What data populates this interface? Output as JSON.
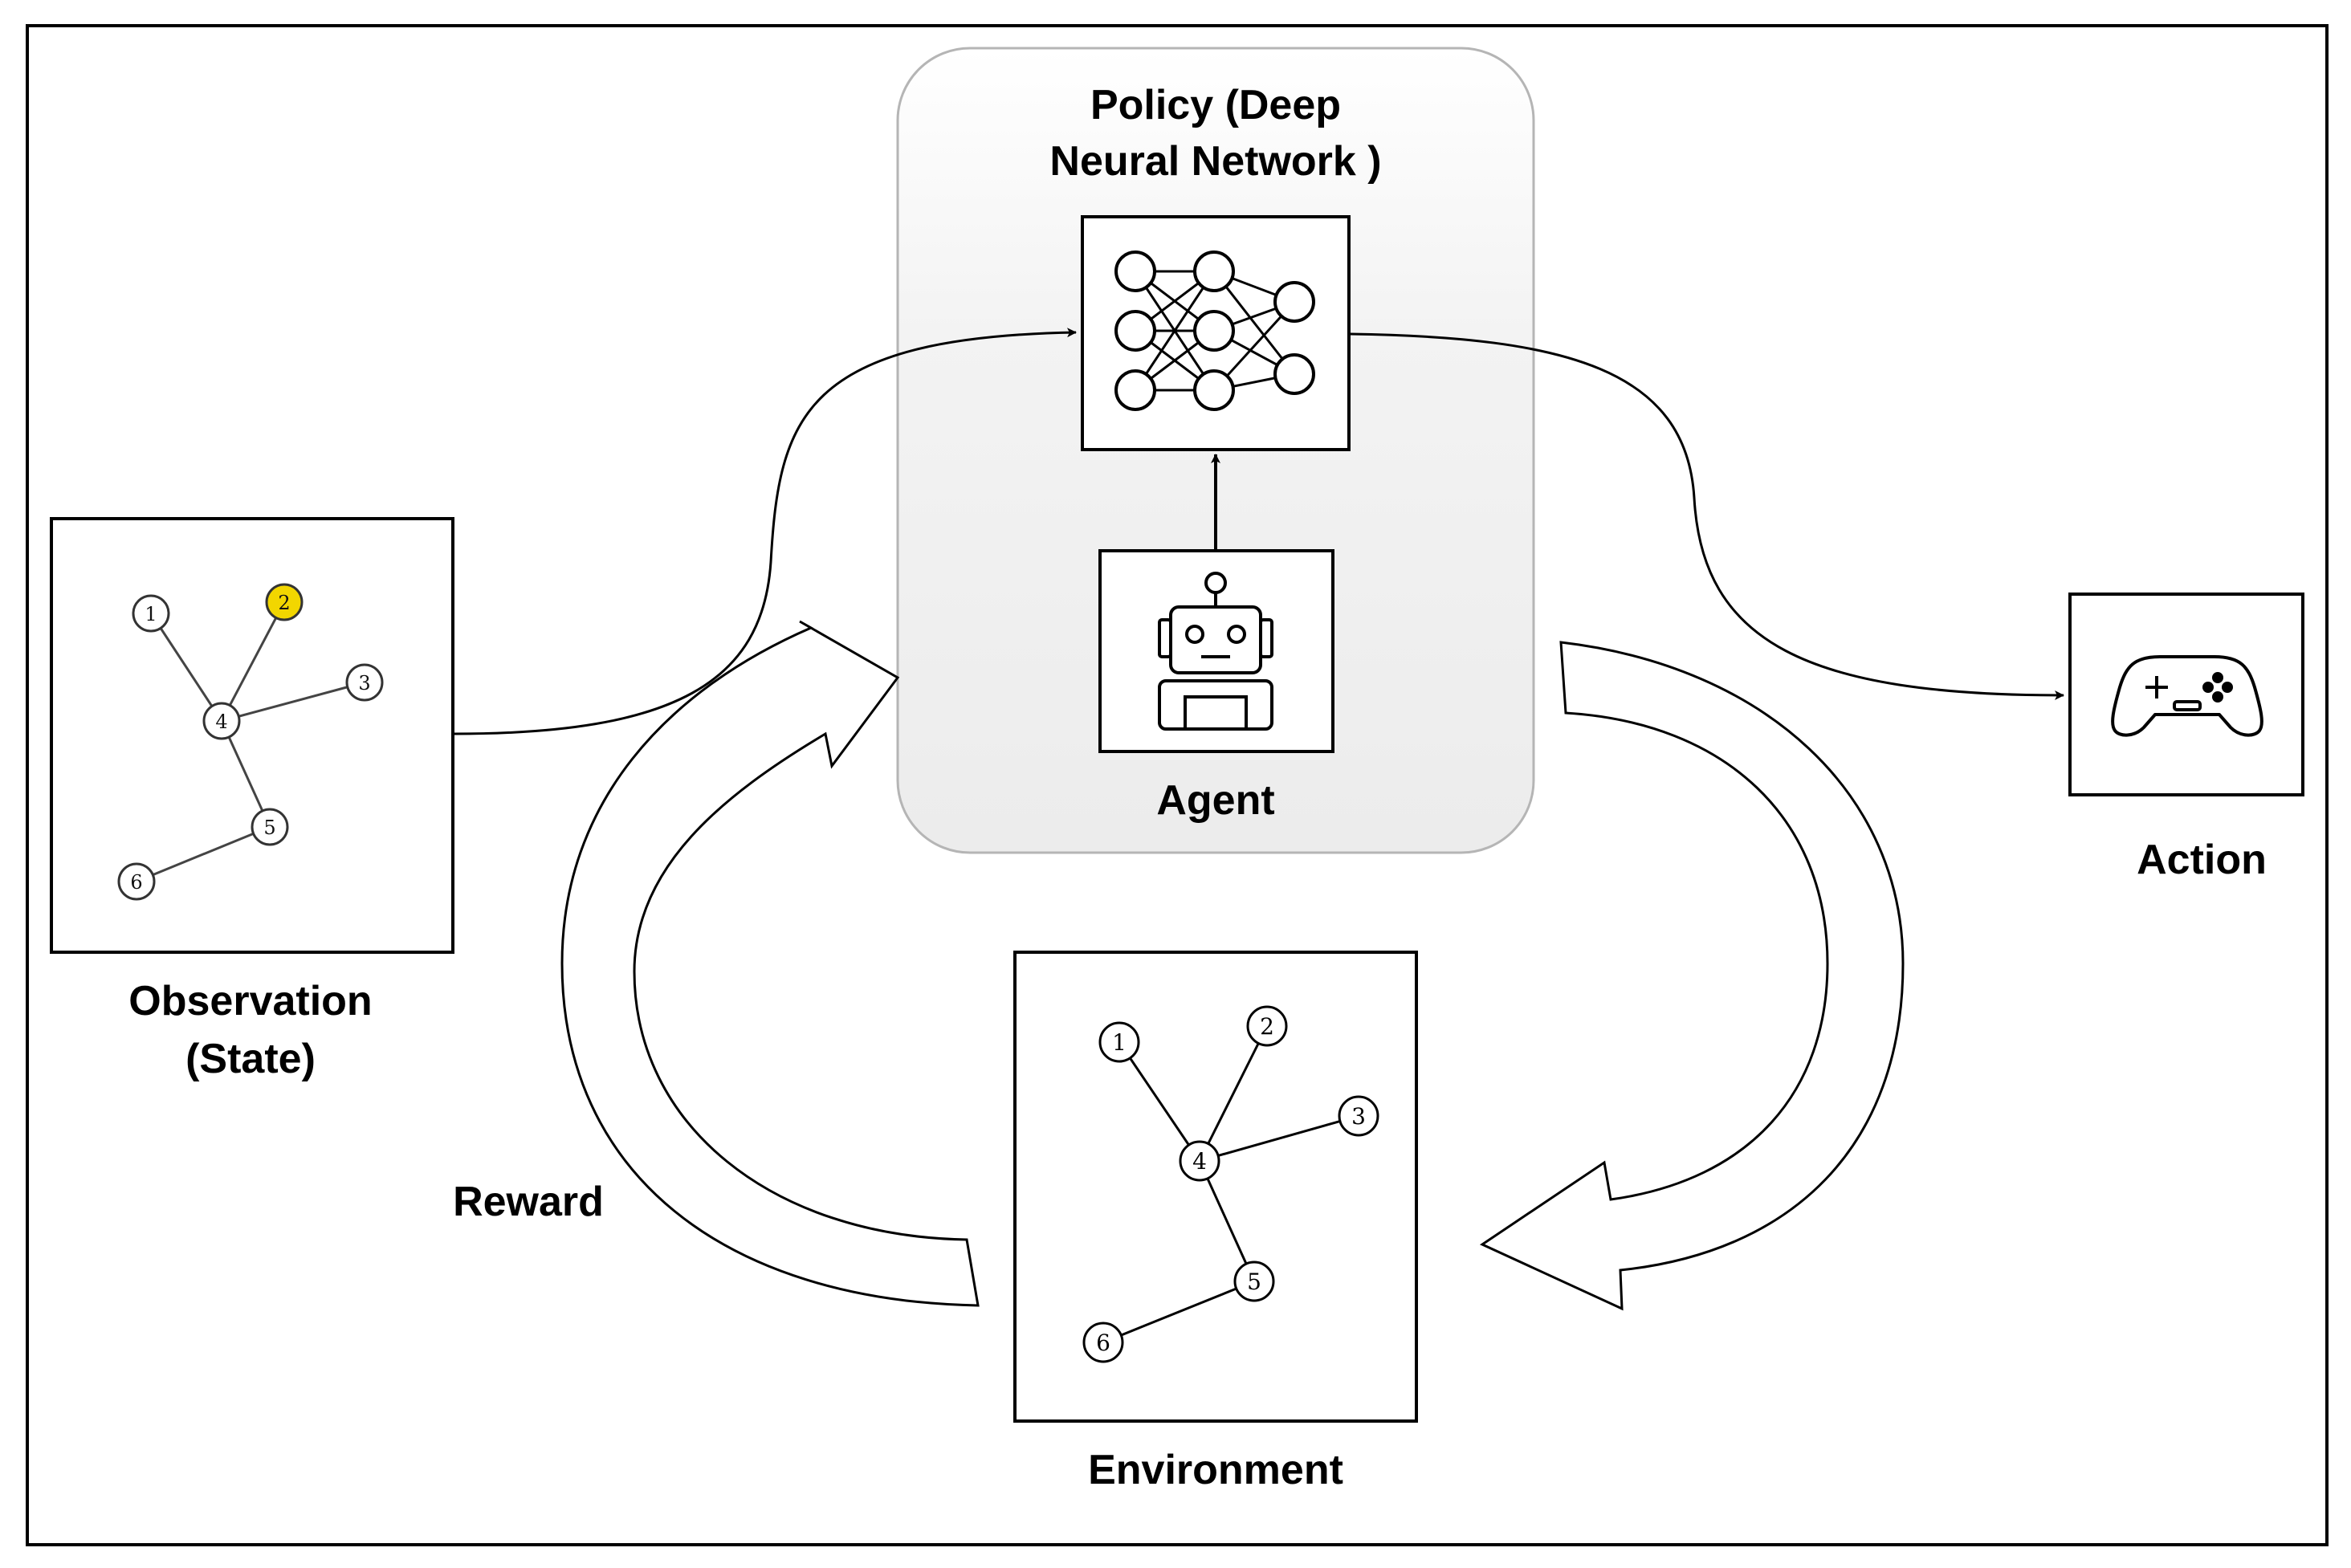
{
  "labels": {
    "policy_line1": "Policy (Deep",
    "policy_line2": "Neural Network )",
    "agent": "Agent",
    "observation_line1": "Observation",
    "observation_line2": "(State)",
    "action": "Action",
    "environment": "Environment",
    "reward": "Reward"
  },
  "observation_graph": {
    "nodes": [
      "1",
      "2",
      "3",
      "4",
      "5",
      "6"
    ],
    "highlighted_node": "2",
    "highlight_color": "#f2d600",
    "edges": [
      [
        "1",
        "4"
      ],
      [
        "2",
        "4"
      ],
      [
        "3",
        "4"
      ],
      [
        "4",
        "5"
      ],
      [
        "5",
        "6"
      ]
    ]
  },
  "environment_graph": {
    "nodes": [
      "1",
      "2",
      "3",
      "4",
      "5",
      "6"
    ],
    "edges": [
      [
        "1",
        "4"
      ],
      [
        "2",
        "4"
      ],
      [
        "3",
        "4"
      ],
      [
        "4",
        "5"
      ],
      [
        "5",
        "6"
      ]
    ]
  },
  "colors": {
    "policy_box_fill": "#f1f1f1",
    "policy_box_stroke": "#b5b5b5",
    "line": "#000000"
  },
  "icons": {
    "policy": "neural-network-icon",
    "agent": "robot-icon",
    "action": "gamepad-icon"
  }
}
